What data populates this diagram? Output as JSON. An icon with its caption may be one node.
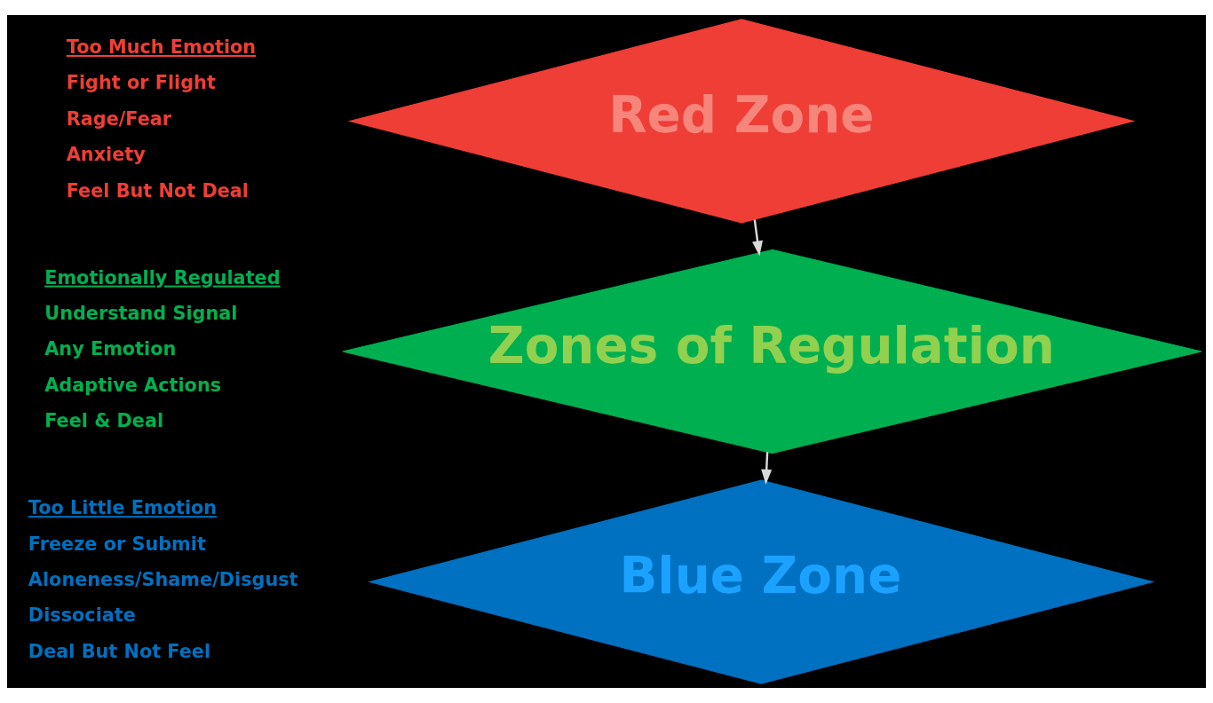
{
  "diagram": {
    "nodes": [
      {
        "text": [
          "Red Zone"
        ],
        "beside": [
          "Too Much Emotion",
          "Fight or Flight",
          "Rage/Fear",
          "Anxiety",
          "Feel But Not Deal"
        ]
      },
      {
        "text": [
          "Zones of Regulation"
        ],
        "beside": [
          "Emotionally Regulated",
          "Understand Signal",
          "Any Emotion",
          "Adaptive Actions",
          "Feel & Deal"
        ]
      },
      {
        "text": [
          "Blue Zone"
        ],
        "beside": [
          "Too Little Emotion",
          "Freeze or Submit",
          "Aloneness/Shame/Disgust",
          "Dissociate",
          "Deal But Not Feel"
        ]
      }
    ],
    "edges": [
      {
        "from": 0,
        "to": 1,
        "arrow": "to"
      },
      {
        "from": 1,
        "to": 2,
        "arrow": "to"
      }
    ]
  }
}
